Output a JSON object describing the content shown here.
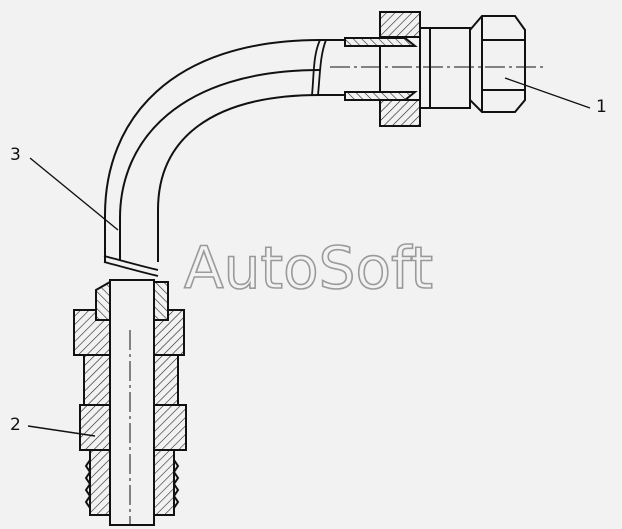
{
  "watermark": "AutoSoft",
  "callouts": [
    {
      "number": "1"
    },
    {
      "number": "2"
    },
    {
      "number": "3"
    }
  ]
}
